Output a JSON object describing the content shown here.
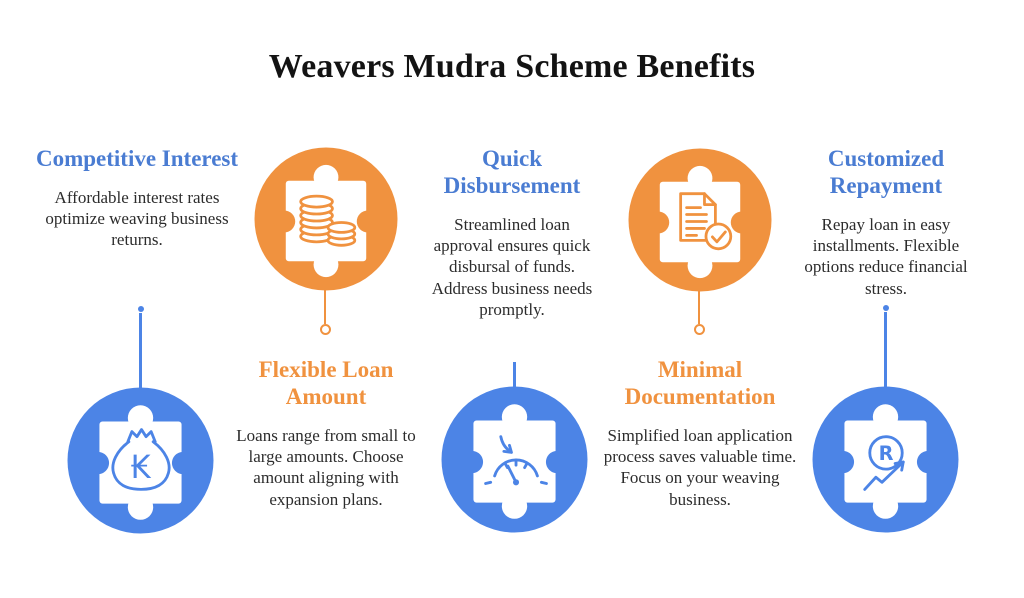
{
  "title": "Weavers Mudra Scheme Benefits",
  "colors": {
    "blue_accent": "#4C84E6",
    "orange_accent": "#F0923F",
    "heading_blue": "#4A7CD2",
    "heading_orange": "#F0923F",
    "body_text": "#2C2C2C",
    "title_text": "#131313",
    "background": "#FFFFFF"
  },
  "benefits": [
    {
      "heading": "Competitive Interest",
      "body": "Affordable interest rates optimize weaving business returns.",
      "accent": "blue",
      "icon": "money-bag-icon"
    },
    {
      "heading": "Flexible Loan Amount",
      "body": "Loans range from small to large amounts. Choose amount aligning with expansion plans.",
      "accent": "orange",
      "icon": "coin-stack-icon"
    },
    {
      "heading": "Quick Disbursement",
      "body": "Streamlined loan approval ensures quick disbursal of funds. Address business needs promptly.",
      "accent": "blue",
      "icon": "speedometer-icon"
    },
    {
      "heading": "Minimal Documentation",
      "body": "Simplified loan application process saves valuable time. Focus on your weaving business.",
      "accent": "orange",
      "icon": "document-check-icon"
    },
    {
      "heading": "Customized Repayment",
      "body": "Repay loan in easy installments. Flexible options reduce financial stress.",
      "accent": "blue",
      "icon": "growth-currency-icon"
    }
  ]
}
